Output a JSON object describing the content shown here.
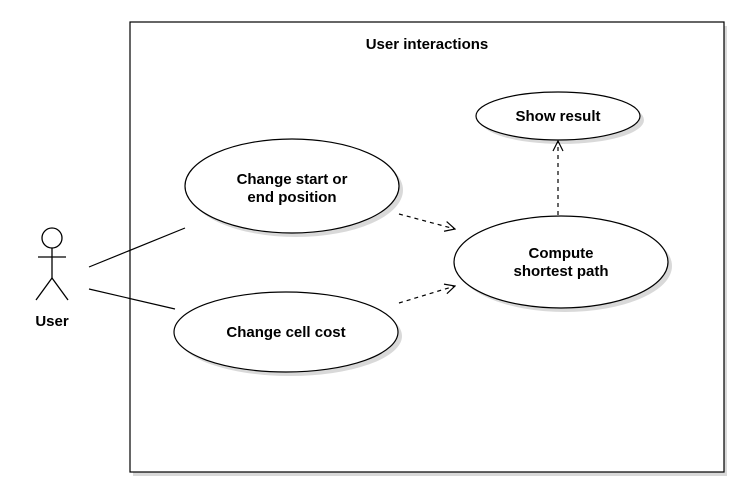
{
  "system": {
    "title": "User interactions"
  },
  "actor": {
    "label": "User"
  },
  "use_cases": {
    "change_position": {
      "line1": "Change start or",
      "line2": "end position"
    },
    "change_cost": {
      "label": "Change cell cost"
    },
    "compute_path": {
      "line1": "Compute",
      "line2": "shortest path"
    },
    "show_result": {
      "label": "Show result"
    }
  },
  "colors": {
    "stroke": "#000000",
    "fill": "#ffffff",
    "shadow": "#d9d9d9"
  }
}
